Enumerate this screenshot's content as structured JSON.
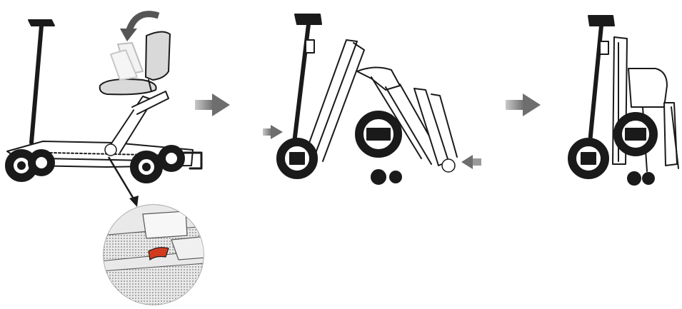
{
  "diagram": {
    "steps": [
      {
        "id": "unfolded-scooter",
        "icon": "scooter-unfolded-illustration"
      },
      {
        "id": "folding-scooter",
        "icon": "scooter-folding-illustration"
      },
      {
        "id": "folded-scooter",
        "icon": "scooter-folded-illustration"
      }
    ],
    "detail_callout": {
      "icon": "release-lever-closeup",
      "highlight_color": "#d23a1e"
    },
    "arrows": [
      {
        "id": "arrow-step-1-to-2",
        "icon": "right-arrow-icon"
      },
      {
        "id": "arrow-step-2-to-3",
        "icon": "right-arrow-icon"
      }
    ],
    "push_arrows": [
      {
        "id": "push-left-arrow",
        "icon": "push-right-arrow-icon"
      },
      {
        "id": "push-right-arrow",
        "icon": "push-left-arrow-icon"
      }
    ],
    "rotate_arrow": {
      "icon": "rotate-seat-arrow-icon"
    },
    "colors": {
      "line": "#1a1a1a",
      "arrow_gray": "#8a8a8a",
      "fill_light": "#d9d9d9",
      "accent": "#d23a1e"
    }
  }
}
